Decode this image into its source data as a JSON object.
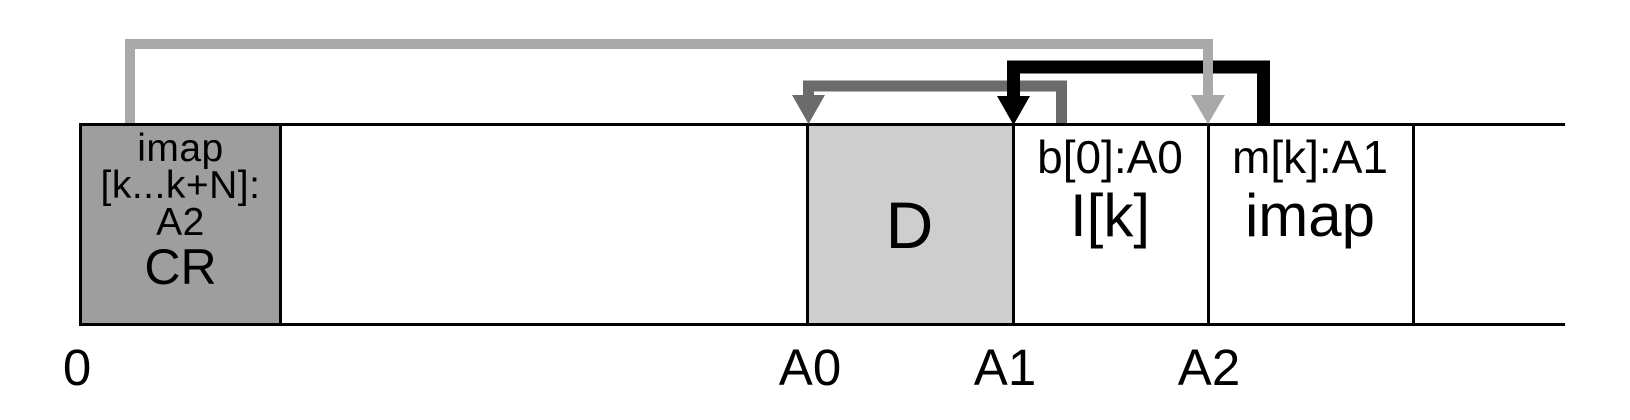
{
  "colors": {
    "arrow_light_gray": "#a9a9a9",
    "arrow_dark_gray": "#6b6b6b",
    "arrow_black": "#000000",
    "cr_block_fill": "#9e9e9e",
    "data_block_fill": "#cecece"
  },
  "bar": {
    "blocks": {
      "cr": {
        "line1": "imap",
        "line2": "[k...k+N]:",
        "line3": "A2",
        "line4": "CR"
      },
      "data": {
        "label": "D"
      },
      "inode": {
        "line1": "b[0]:A0",
        "line2": "I[k]"
      },
      "imap": {
        "line1": "m[k]:A1",
        "line2": "imap"
      }
    },
    "address_labels": {
      "zero": "0",
      "a0": "A0",
      "a1": "A1",
      "a2": "A2"
    }
  }
}
